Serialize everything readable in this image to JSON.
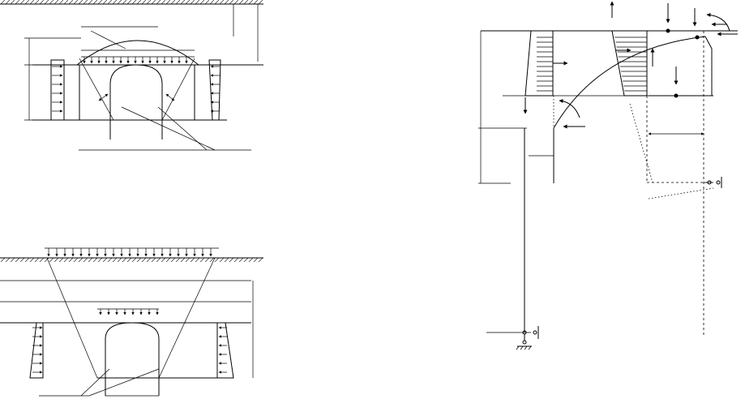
{
  "figures": [
    {
      "name": "tunnel-load-diagram-shallow"
    },
    {
      "name": "tunnel-load-diagram-deep"
    },
    {
      "name": "arch-structural-model"
    }
  ],
  "colors": {
    "line": "#000000",
    "background": "#ffffff"
  }
}
